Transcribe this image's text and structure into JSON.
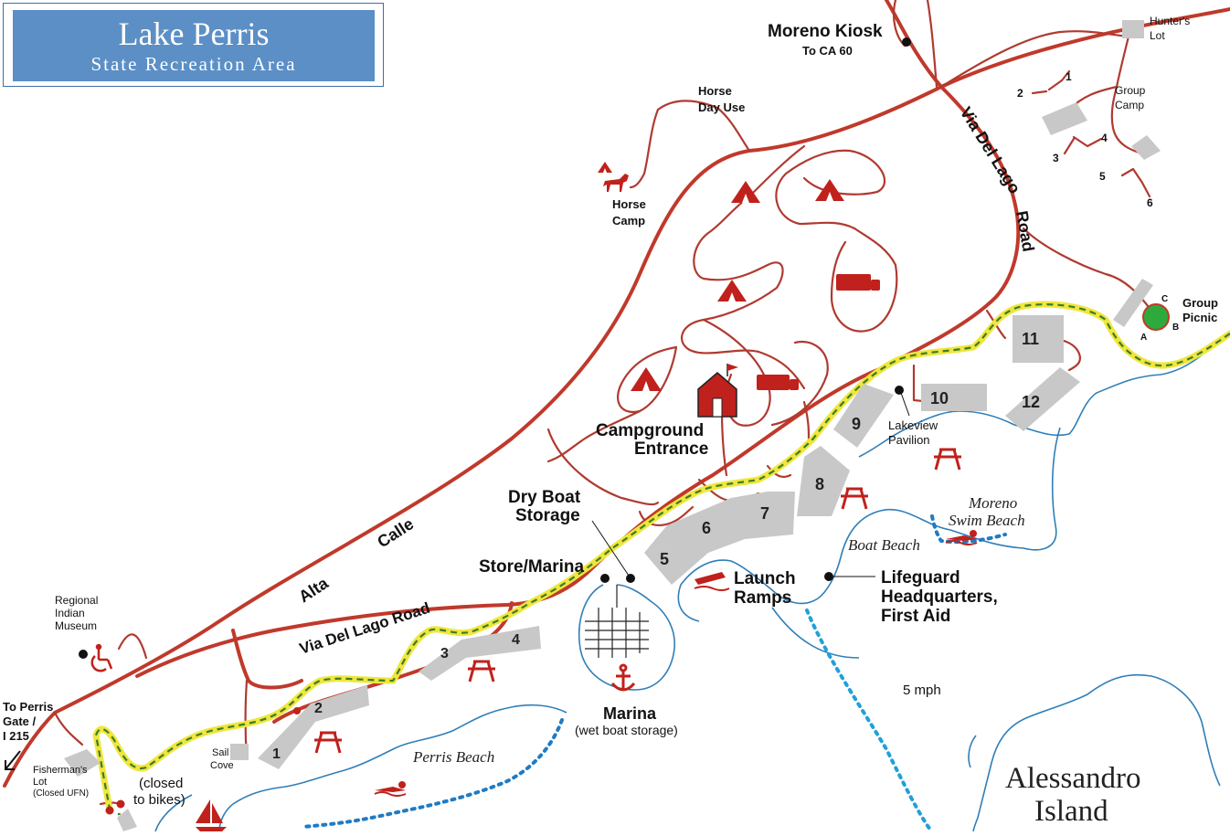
{
  "title": {
    "main": "Lake Perris",
    "sub": "State Recreation Area"
  },
  "labels": {
    "moreno_kiosk": "Moreno Kiosk",
    "to_ca60": "To CA 60",
    "hunters_lot_1": "Hunter's",
    "hunters_lot_2": "Lot",
    "horse_day_use_1": "Horse",
    "horse_day_use_2": "Day Use",
    "horse_camp_1": "Horse",
    "horse_camp_2": "Camp",
    "group_camp_1": "Group",
    "group_camp_2": "Camp",
    "group_picnic_1": "Group",
    "group_picnic_2": "Picnic",
    "via_del_lago_1": "Via Del Lago",
    "road_2": "Road",
    "campground_entrance_1": "Campground",
    "campground_entrance_2": "Entrance",
    "lakeview_pavilion_1": "Lakeview",
    "lakeview_pavilion_2": "Pavilion",
    "dry_boat_storage_1": "Dry Boat",
    "dry_boat_storage_2": "Storage",
    "store_marina": "Store/Marina",
    "launch_ramps_1": "Launch",
    "launch_ramps_2": "Ramps",
    "lifeguard_1": "Lifeguard",
    "lifeguard_2": "Headquarters,",
    "lifeguard_3": "First Aid",
    "moreno_swim_1": "Moreno",
    "moreno_swim_2": "Swim Beach",
    "boat_beach": "Boat Beach",
    "alta": "Alta",
    "calle": "Calle",
    "via_del_lago_road": "Via Del Lago Road",
    "regional_museum_1": "Regional",
    "regional_museum_2": "Indian",
    "regional_museum_3": "Museum",
    "to_perris_1": "To Perris",
    "to_perris_2": "Gate /",
    "to_perris_3": "I 215",
    "fishermans_1": "Fisherman's",
    "fishermans_2": "Lot",
    "fishermans_3": "(Closed UFN)",
    "sail_cove_1": "Sail",
    "sail_cove_2": "Cove",
    "closed_bikes_1": "(closed",
    "closed_bikes_2": "to bikes)",
    "perris_beach": "Perris Beach",
    "marina": "Marina",
    "marina_sub": "(wet boat storage)",
    "speed": "5 mph",
    "island_1": "Alessandro",
    "island_2": "Island"
  },
  "lots": [
    "1",
    "2",
    "3",
    "4",
    "5",
    "6",
    "7",
    "8",
    "9",
    "10",
    "11",
    "12"
  ],
  "group_camp_sites": [
    "1",
    "2",
    "3",
    "4",
    "5",
    "6"
  ],
  "group_picnic_sites": [
    "A",
    "B",
    "C"
  ],
  "colors": {
    "road": "#c0392b",
    "water_line": "#2f7fb8",
    "bike_trail": "#f0e63c",
    "bike_dash": "#3a7d2c",
    "title_bg": "#5b8fc6",
    "lot": "#c8c8c8",
    "icon": "#c0211c"
  }
}
